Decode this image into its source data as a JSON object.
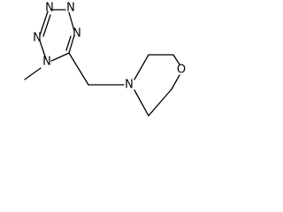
{
  "molecule": {
    "atoms": {
      "n1": "N",
      "n2": "N",
      "n3": "N",
      "n4": "N",
      "n_morpholine": "N",
      "o_morpholine": "O"
    }
  }
}
